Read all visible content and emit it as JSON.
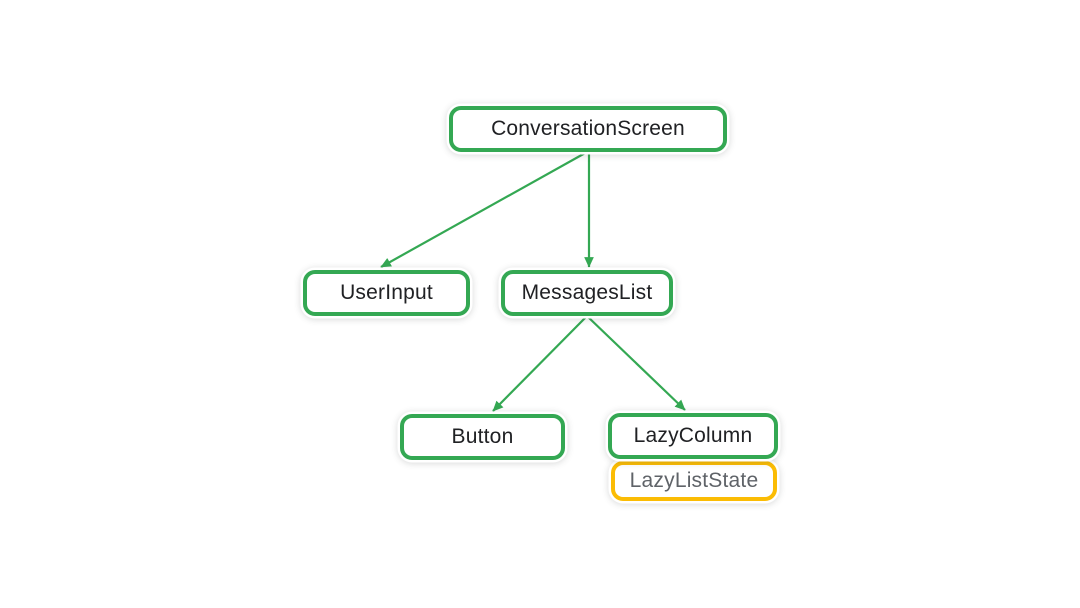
{
  "diagram": {
    "background_color": "#ffffff",
    "colors": {
      "green": "#34a853",
      "yellow": "#fbbc04",
      "arrow": "#34a853",
      "text_dark": "#202124",
      "text_gray": "#5f6368",
      "node_fill": "#ffffff"
    },
    "nodes": [
      {
        "id": "conversation-screen",
        "label": "ConversationScreen",
        "border_color": "#34a853",
        "text_color": "#202124"
      },
      {
        "id": "user-input",
        "label": "UserInput",
        "border_color": "#34a853",
        "text_color": "#202124"
      },
      {
        "id": "messages-list",
        "label": "MessagesList",
        "border_color": "#34a853",
        "text_color": "#202124"
      },
      {
        "id": "button",
        "label": "Button",
        "border_color": "#34a853",
        "text_color": "#202124"
      },
      {
        "id": "lazy-column",
        "label": "LazyColumn",
        "border_color": "#34a853",
        "text_color": "#202124"
      },
      {
        "id": "lazy-list-state",
        "label": "LazyListState",
        "border_color": "#fbbc04",
        "text_color": "#5f6368"
      }
    ],
    "edges": [
      {
        "from": "ConversationScreen",
        "to": "UserInput"
      },
      {
        "from": "ConversationScreen",
        "to": "MessagesList"
      },
      {
        "from": "MessagesList",
        "to": "Button"
      },
      {
        "from": "MessagesList",
        "to": "LazyColumn"
      }
    ]
  }
}
